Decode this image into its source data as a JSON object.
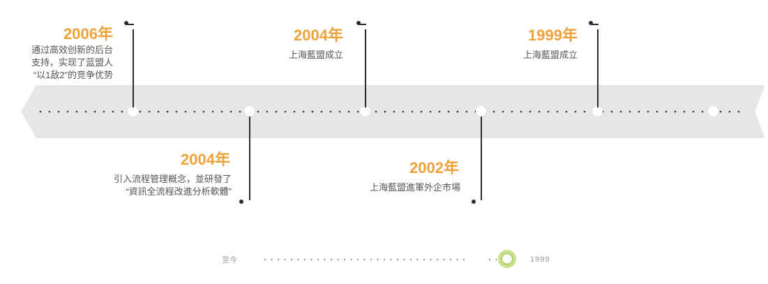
{
  "timeline": {
    "items": [
      {
        "year": "2006年",
        "desc": [
          "通过高效创新的后台",
          "支持，实现了蓝盟人",
          "“以1敌2”的竞争优势"
        ]
      },
      {
        "year": "2004年",
        "desc": [
          "引入流程管理概念，並研發了",
          "“資訊全流程改進分析軟體”"
        ]
      },
      {
        "year": "2004年",
        "desc": [
          "上海藍盟成立"
        ]
      },
      {
        "year": "2002年",
        "desc": [
          "上海藍盟進軍外企市場"
        ]
      },
      {
        "year": "1999年",
        "desc": [
          "上海藍盟成立"
        ]
      }
    ]
  },
  "nav": {
    "start_label": "至今",
    "end_label": "1999"
  },
  "colors": {
    "year": "#f0a23a",
    "band": "#e6e6e6",
    "nav_active": "#8dbf2e"
  }
}
